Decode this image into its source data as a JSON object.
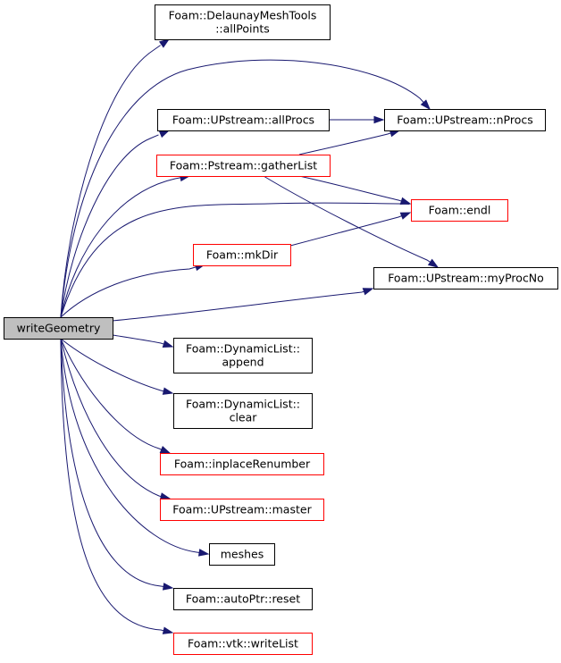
{
  "colors": {
    "edge": "#191970",
    "border_default": "#000000",
    "border_highlight": "#ff0000",
    "root_fill": "#bfbfbf",
    "node_fill": "#ffffff"
  },
  "nodes": {
    "root": {
      "lines": [
        "writeGeometry"
      ],
      "style": "root"
    },
    "allPoints": {
      "lines": [
        "Foam::DelaunayMeshTools",
        "::allPoints"
      ],
      "style": "black"
    },
    "allProcs": {
      "lines": [
        "Foam::UPstream::allProcs"
      ],
      "style": "black"
    },
    "nProcs": {
      "lines": [
        "Foam::UPstream::nProcs"
      ],
      "style": "black"
    },
    "gatherList": {
      "lines": [
        "Foam::Pstream::gatherList"
      ],
      "style": "red"
    },
    "endl": {
      "lines": [
        "Foam::endl"
      ],
      "style": "red"
    },
    "mkDir": {
      "lines": [
        "Foam::mkDir"
      ],
      "style": "red"
    },
    "myProcNo": {
      "lines": [
        "Foam::UPstream::myProcNo"
      ],
      "style": "black"
    },
    "append": {
      "lines": [
        "Foam::DynamicList::",
        "append"
      ],
      "style": "black"
    },
    "clear": {
      "lines": [
        "Foam::DynamicList::",
        "clear"
      ],
      "style": "black"
    },
    "inplaceRenumber": {
      "lines": [
        "Foam::inplaceRenumber"
      ],
      "style": "red"
    },
    "master": {
      "lines": [
        "Foam::UPstream::master"
      ],
      "style": "red"
    },
    "meshes": {
      "lines": [
        "meshes"
      ],
      "style": "black"
    },
    "reset": {
      "lines": [
        "Foam::autoPtr::reset"
      ],
      "style": "black"
    },
    "writeList": {
      "lines": [
        "Foam::vtk::writeList"
      ],
      "style": "red"
    }
  },
  "edges": [
    [
      "root",
      "allPoints"
    ],
    [
      "root",
      "nProcs"
    ],
    [
      "root",
      "allProcs"
    ],
    [
      "root",
      "gatherList"
    ],
    [
      "root",
      "endl"
    ],
    [
      "root",
      "mkDir"
    ],
    [
      "root",
      "myProcNo"
    ],
    [
      "root",
      "append"
    ],
    [
      "root",
      "clear"
    ],
    [
      "root",
      "inplaceRenumber"
    ],
    [
      "root",
      "master"
    ],
    [
      "root",
      "meshes"
    ],
    [
      "root",
      "reset"
    ],
    [
      "root",
      "writeList"
    ],
    [
      "allProcs",
      "nProcs"
    ],
    [
      "gatherList",
      "nProcs"
    ],
    [
      "gatherList",
      "endl"
    ],
    [
      "gatherList",
      "myProcNo"
    ],
    [
      "mkDir",
      "endl"
    ]
  ]
}
